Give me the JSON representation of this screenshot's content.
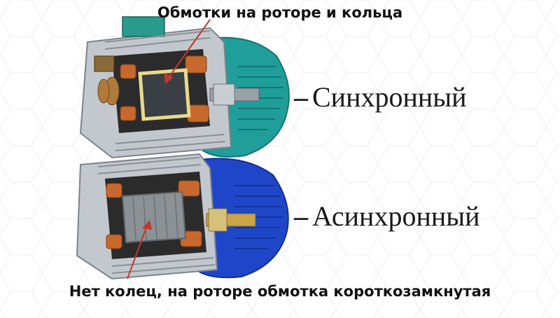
{
  "captions": {
    "top": "Обмотки на роторе и кольца",
    "bottom": "Нет колец, на роторе обмотка короткозамкнутая"
  },
  "labels": {
    "synchronous": "Синхронный",
    "asynchronous": "Асинхронный",
    "dash": "–"
  },
  "colors": {
    "sync_fan_cover": "#1f9e9a",
    "async_fan_cover": "#1f46c8",
    "arrow": "#c0392b",
    "housing": "#b9bec4",
    "winding": "#c8682c",
    "stator_core": "#2b2b2b",
    "rotor_sync": "#e9d98a",
    "rotor_async": "#8c9196"
  }
}
